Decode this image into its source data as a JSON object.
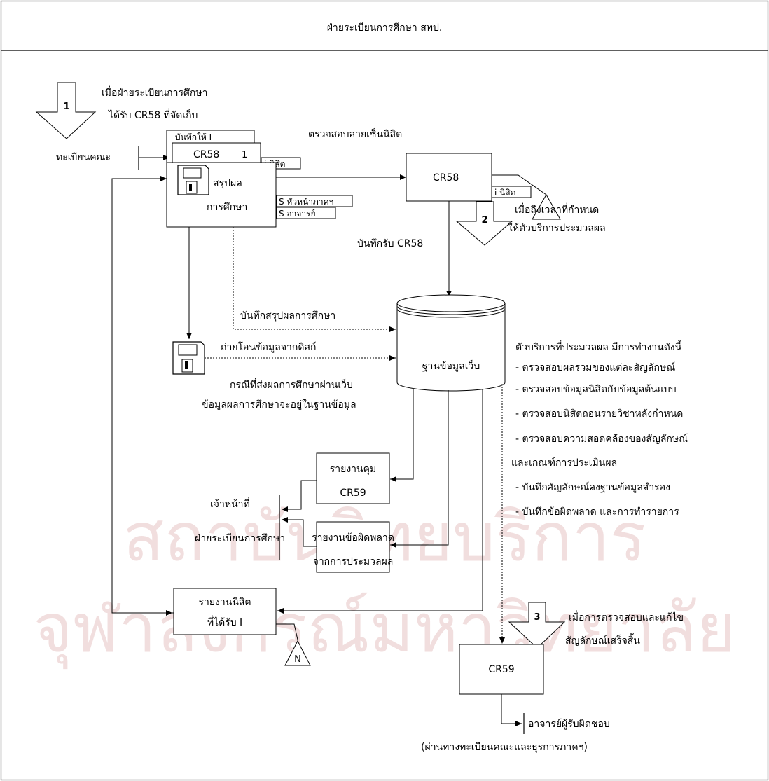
{
  "header": {
    "title": "ฝ่ายระเบียนการศึกษา สทป."
  },
  "watermark": {
    "line1": "สถาบันวิทยบริการ",
    "line2": "จุฬาลงกรณ์มหาวิทยาลัย"
  },
  "triggers": [
    {
      "number": "1",
      "lines": [
        "เมื่อฝ่ายระเบียนการศึกษา",
        "ได้รับ CR58 ที่จัดเก็บ"
      ]
    },
    {
      "number": "2",
      "lines": [
        "เมื่อถึงเวลาที่กำหนด",
        "ให้ตัวบริการประมวลผล"
      ]
    },
    {
      "number": "3",
      "lines": [
        "เมื่อการตรวจสอบและแก้ไข",
        "สัญลักษณ์เสร็จสิ้น"
      ]
    }
  ],
  "entities": {
    "registry": "ทะเบียนคณะ",
    "officer": [
      "เจ้าหน้าที่",
      "ฝ่ายระเบียนการศึกษา"
    ],
    "advisor": "อาจารย์ผู้รับผิดชอบ",
    "advisor_note": "(ผ่านทางทะเบียนคณะและธุรการภาคฯ)"
  },
  "documents": {
    "record_tag": "บันทึกให้ I",
    "cr58_top": "CR58",
    "cr58_copy": "1",
    "student_tag": "i นิสิต",
    "summary": [
      "สรุปผล",
      "การศึกษา"
    ],
    "dept_head_tag": "S หัวหน้าภาคฯ",
    "teacher_tag": "S อาจารย์",
    "cr58_main": "CR58",
    "cr58_main_tag": "i นิสิต",
    "report_control": [
      "รายงานคุม",
      "CR59"
    ],
    "report_error": [
      "รายงานข้อผิดพลาด",
      "จากการประมวลผล"
    ],
    "report_students": [
      "รายงานนิสิต",
      "ที่ได้รับ I"
    ],
    "terminator": "N",
    "cr59": "CR59"
  },
  "database": {
    "label": "ฐานข้อมูลเว็บ"
  },
  "flows": {
    "verify_signature": "ตรวจสอบลายเซ็นนิสิต",
    "record_receive": "บันทึกรับ CR58",
    "record_summary": "บันทึกสรุปผลการศึกษา",
    "transfer_disk": "ถ่ายโอนข้อมูลจากดิสก์",
    "web_case": "กรณีที่ส่งผลการศึกษาผ่านเว็บ",
    "web_case_2": "ข้อมูลผลการศึกษาจะอยู่ในฐานข้อมูล"
  },
  "process_notes": {
    "title": "ตัวบริการที่ประมวลผล มีการทำงานดังนี้",
    "items": [
      "- ตรวจสอบผลรวมของแต่ละสัญลักษณ์",
      "- ตรวจสอบข้อมูลนิสิตกับข้อมูลต้นแบบ",
      "- ตรวจสอบนิสิตถอนรายวิชาหลังกำหนด",
      "- ตรวจสอบความสอดคล้องของสัญลักษณ์",
      "และเกณฑ์การประเมินผล",
      "- บันทึกสัญลักษณ์ลงฐานข้อมูลสำรอง",
      "- บันทึกข้อผิดพลาด และการทำรายการ"
    ]
  }
}
